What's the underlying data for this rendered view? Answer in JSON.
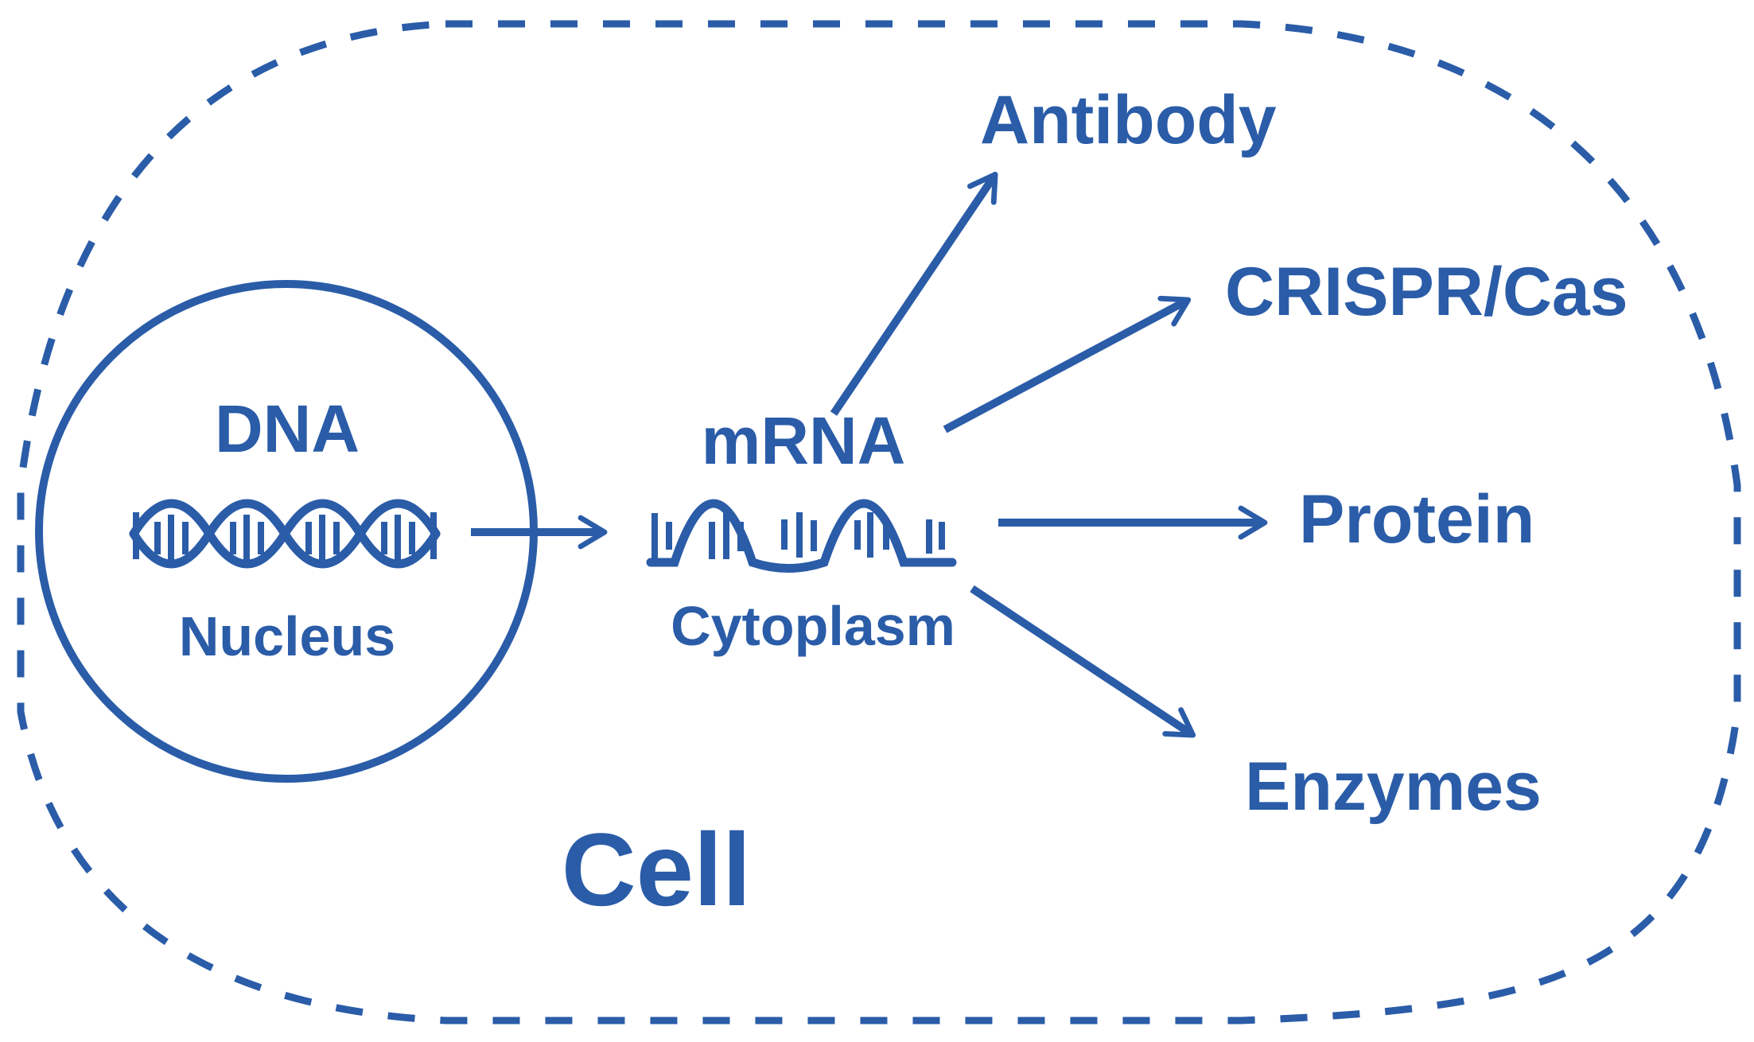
{
  "colors": {
    "primary": "#2A5CA8",
    "background": "#FFFFFF"
  },
  "cell": {
    "label": "Cell"
  },
  "nucleus": {
    "title": "DNA",
    "label": "Nucleus"
  },
  "cytoplasm": {
    "title": "mRNA",
    "label": "Cytoplasm"
  },
  "products": [
    {
      "label": "Antibody"
    },
    {
      "label": "CRISPR/Cas"
    },
    {
      "label": "Protein"
    },
    {
      "label": "Enzymes"
    }
  ],
  "icons": {
    "dna": "dna-double-helix-icon",
    "mrna": "mrna-strand-icon",
    "membrane": "dashed-cell-membrane-outline",
    "arrows": "arrow-icon"
  }
}
